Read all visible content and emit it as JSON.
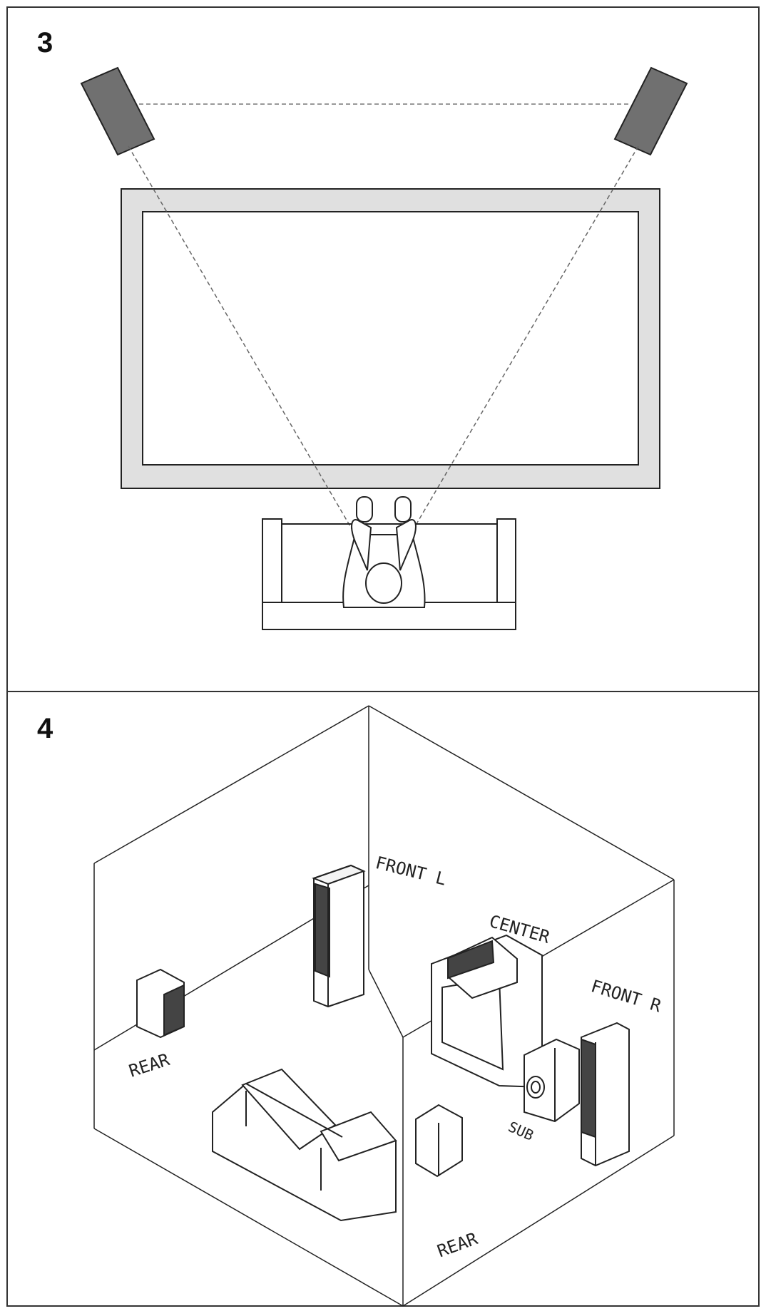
{
  "panels": {
    "top": {
      "number": "3"
    },
    "bottom": {
      "number": "4"
    }
  },
  "room_labels": {
    "front_left": "FRONT L",
    "center": "CENTER",
    "front_right": "FRONT R",
    "rear_left": "REAR",
    "sub": "SUB",
    "rear_right": "REAR"
  },
  "colors": {
    "speaker_fill": "#707070",
    "tv_frame": "#e0e0e0",
    "line": "#222222",
    "dashed": "#777777"
  }
}
